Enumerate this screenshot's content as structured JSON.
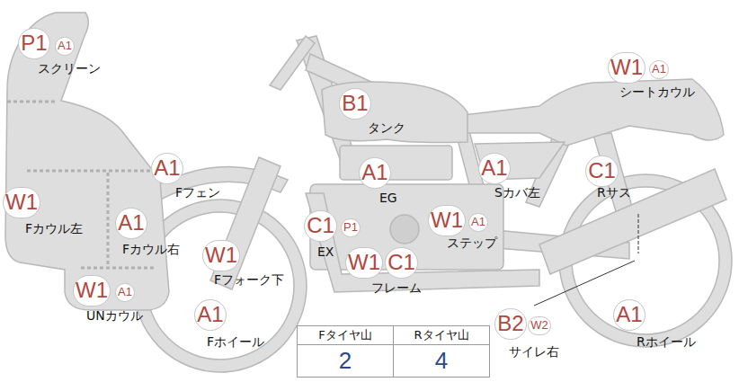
{
  "diagram": {
    "labels": [
      "P1",
      "A1",
      "スクリーン",
      "W1",
      "A1",
      "シートカウル",
      "B1",
      "タンク",
      "A1",
      "Fフェン",
      "A1",
      "EG",
      "A1",
      "Sカバ左",
      "C1",
      "Rサス",
      "W1",
      "Fカウル左",
      "A1",
      "Fカウル右",
      "C1",
      "P1",
      "EX",
      "W1",
      "A1",
      "ステップ",
      "W1",
      "Fフォーク下",
      "W1",
      "C1",
      "フレーム",
      "W1",
      "A1",
      "UNカウル",
      "A1",
      "Fホイール",
      "B2",
      "W2",
      "サイレ右",
      "A1",
      "Rホイール",
      "Fタイヤ山",
      "Rタイヤ山",
      "2",
      "4"
    ]
  }
}
